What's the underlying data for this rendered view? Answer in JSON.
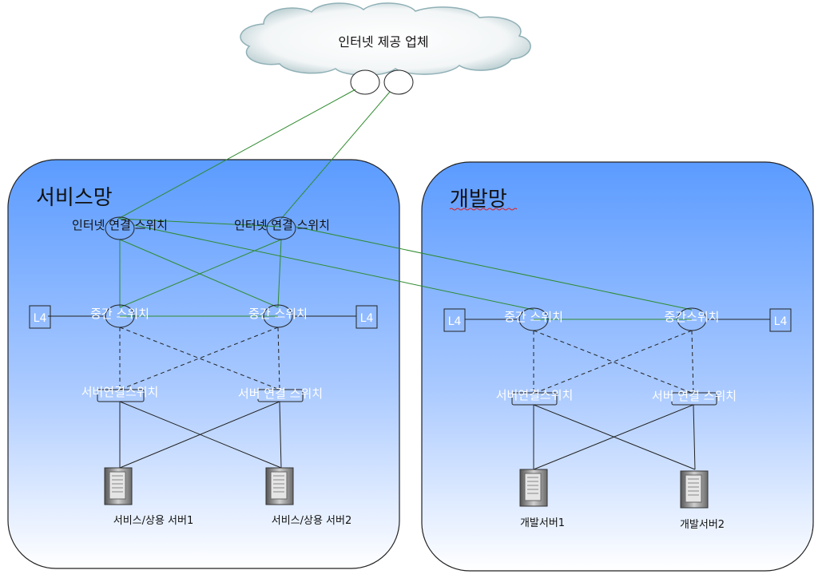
{
  "isp": {
    "label": "인터넷 제공 업체"
  },
  "service_network": {
    "title": "서비스망",
    "internet_switches": [
      "인터넷 연결 스위치",
      "인터넷 연결 스위치"
    ],
    "middle_switches": [
      "중간 스위치",
      "중간 스위치"
    ],
    "l4": [
      "L4",
      "L4"
    ],
    "server_switches": [
      "서버연결스위치",
      "서버 연결 스위치"
    ],
    "servers": [
      "서비스/상용  서버1",
      "서비스/상용  서버2"
    ]
  },
  "dev_network": {
    "title": "개발망",
    "middle_switches": [
      "중간 스위치",
      "중간스위치"
    ],
    "l4": [
      "L4",
      "L4"
    ],
    "server_switches": [
      "서버연결스위치",
      "서버 연결 스위치"
    ],
    "servers": [
      "개발서버1",
      "개발서버2"
    ]
  },
  "colors": {
    "link_internet": "#2e8b2e",
    "link_wire": "#222222",
    "panel_top": "#5b9bff",
    "panel_bottom": "#ffffff"
  }
}
